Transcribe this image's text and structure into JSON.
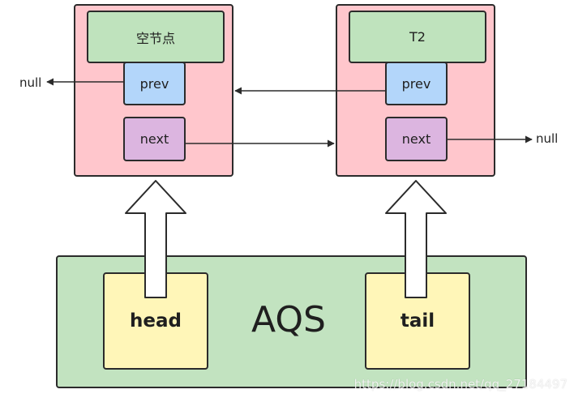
{
  "nodes": {
    "left": {
      "title": "空节点",
      "prev": "prev",
      "next": "next"
    },
    "right": {
      "title": "T2",
      "prev": "prev",
      "next": "next"
    }
  },
  "null_left": "null",
  "null_right": "null",
  "aqs": {
    "label": "AQS",
    "head": "head",
    "tail": "tail"
  },
  "watermark": "https://blog.csdn.net/qq_27184497",
  "colors": {
    "node_bg": "#ffc6cc",
    "title_bg": "#bfe3bd",
    "prev_bg": "#b3d6fa",
    "next_bg": "#dcb5e0",
    "aqs_bg": "#c2e3c0",
    "pointer_bg": "#fff6b8"
  }
}
